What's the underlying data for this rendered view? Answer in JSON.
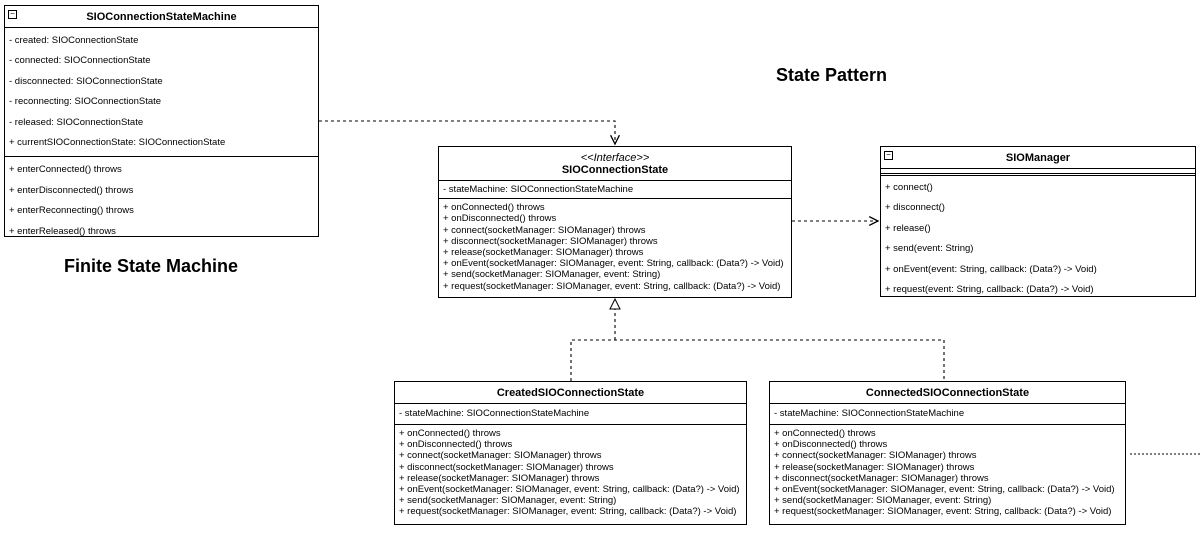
{
  "titles": {
    "state_pattern": "State Pattern",
    "finite_state_machine": "Finite State Machine"
  },
  "fsm": {
    "name": "SIOConnectionStateMachine",
    "attributes": [
      "- created: SIOConnectionState",
      "- connected: SIOConnectionState",
      "- disconnected: SIOConnectionState",
      "- reconnecting: SIOConnectionState",
      "- released: SIOConnectionState",
      "+ currentSIOConnectionState: SIOConnectionState"
    ],
    "methods": [
      "+ enterConnected() throws",
      "+ enterDisconnected() throws",
      "+ enterReconnecting() throws",
      "+ enterReleased() throws"
    ]
  },
  "iface": {
    "stereotype": "<<Interface>>",
    "name": "SIOConnectionState",
    "attributes": [
      "- stateMachine: SIOConnectionStateMachine"
    ],
    "methods": [
      "+ onConnected() throws",
      "+ onDisconnected() throws",
      "+ connect(socketManager: SIOManager) throws",
      "+ disconnect(socketManager: SIOManager) throws",
      "+ release(socketManager: SIOManager) throws",
      "+ onEvent(socketManager: SIOManager, event: String, callback: (Data?) -> Void)",
      "+ send(socketManager: SIOManager, event: String)",
      "+ request(socketManager: SIOManager, event: String, callback: (Data?) -> Void)"
    ]
  },
  "manager": {
    "name": "SIOManager",
    "methods": [
      "+ connect()",
      "+ disconnect()",
      "+ release()",
      "+ send(event: String)",
      "+ onEvent(event: String, callback: (Data?) -> Void)",
      "+ request(event: String, callback: (Data?) -> Void)"
    ]
  },
  "created": {
    "name": "CreatedSIOConnectionState",
    "attributes": [
      "- stateMachine: SIOConnectionStateMachine"
    ],
    "methods": [
      "+ onConnected() throws",
      "+ onDisconnected() throws",
      "+ connect(socketManager: SIOManager) throws",
      "+ disconnect(socketManager: SIOManager) throws",
      "+ release(socketManager: SIOManager) throws",
      "+ onEvent(socketManager: SIOManager, event: String, callback: (Data?) -> Void)",
      "+ send(socketManager: SIOManager, event: String)",
      "+ request(socketManager: SIOManager, event: String, callback: (Data?) -> Void)"
    ]
  },
  "connected": {
    "name": "ConnectedSIOConnectionState",
    "attributes": [
      "- stateMachine: SIOConnectionStateMachine"
    ],
    "methods": [
      "+ onConnected() throws",
      "+ onDisconnected() throws",
      "+ connect(socketManager: SIOManager) throws",
      "+ release(socketManager: SIOManager) throws",
      "+ disconnect(socketManager: SIOManager) throws",
      "+ onEvent(socketManager: SIOManager, event: String, callback: (Data?) -> Void)",
      "+ send(socketManager: SIOManager, event: String)",
      "+ request(socketManager: SIOManager, event: String, callback: (Data?) -> Void)"
    ]
  }
}
